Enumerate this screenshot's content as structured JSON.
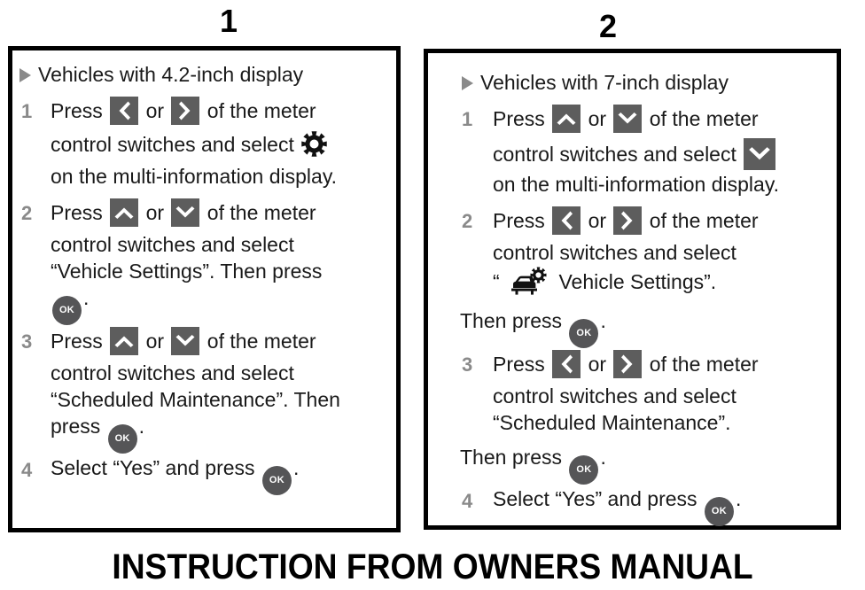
{
  "footer": {
    "text": "INSTRUCTION FROM OWNERS MANUAL"
  },
  "colors": {
    "key_box_fill": "#5d5d5d",
    "key_glyph": "#ffffff",
    "ok_button_fill": "#555557",
    "step_number": "#8a8a8a",
    "bullet_triangle": "#8a8a8a",
    "panel_border": "#000000",
    "text": "#1a1a1a",
    "background": "#ffffff"
  },
  "panels": [
    {
      "number": "1",
      "heading": "Vehicles with 4.2-inch display",
      "bullet_icon": "triangle-right-icon",
      "steps": [
        {
          "number": "1",
          "lines": [
            [
              {
                "t": "text",
                "v": "Press "
              },
              {
                "t": "icon",
                "v": "chevron-left-icon"
              },
              {
                "t": "text",
                "v": " or "
              },
              {
                "t": "icon",
                "v": "chevron-right-icon"
              },
              {
                "t": "text",
                "v": " of the meter"
              }
            ],
            [
              {
                "t": "text",
                "v": "control switches and select "
              },
              {
                "t": "icon",
                "v": "gear-icon"
              }
            ],
            [
              {
                "t": "text",
                "v": "on the multi-information display."
              }
            ]
          ]
        },
        {
          "number": "2",
          "lines": [
            [
              {
                "t": "text",
                "v": "Press "
              },
              {
                "t": "icon",
                "v": "chevron-up-icon"
              },
              {
                "t": "text",
                "v": " or "
              },
              {
                "t": "icon",
                "v": "chevron-down-icon"
              },
              {
                "t": "text",
                "v": " of the meter"
              }
            ],
            [
              {
                "t": "text",
                "v": "control switches and select"
              }
            ],
            [
              {
                "t": "text",
                "v": "“Vehicle Settings”. Then press"
              }
            ],
            [
              {
                "t": "icon",
                "v": "ok-button-icon"
              },
              {
                "t": "text",
                "v": "."
              }
            ]
          ]
        },
        {
          "number": "3",
          "lines": [
            [
              {
                "t": "text",
                "v": "Press "
              },
              {
                "t": "icon",
                "v": "chevron-up-icon"
              },
              {
                "t": "text",
                "v": " or "
              },
              {
                "t": "icon",
                "v": "chevron-down-icon"
              },
              {
                "t": "text",
                "v": " of the meter"
              }
            ],
            [
              {
                "t": "text",
                "v": "control switches and select"
              }
            ],
            [
              {
                "t": "text",
                "v": "“Scheduled Maintenance”. Then"
              }
            ],
            [
              {
                "t": "text",
                "v": "press "
              },
              {
                "t": "icon",
                "v": "ok-button-icon"
              },
              {
                "t": "text",
                "v": "."
              }
            ]
          ]
        },
        {
          "number": "4",
          "lines": [
            [
              {
                "t": "text",
                "v": "Select “Yes” and press "
              },
              {
                "t": "icon",
                "v": "ok-button-icon"
              },
              {
                "t": "text",
                "v": "."
              }
            ]
          ]
        }
      ]
    },
    {
      "number": "2",
      "heading": "Vehicles with 7-inch display",
      "bullet_icon": "triangle-right-icon",
      "steps": [
        {
          "number": "1",
          "lines": [
            [
              {
                "t": "text",
                "v": "Press "
              },
              {
                "t": "icon",
                "v": "chevron-up-icon"
              },
              {
                "t": "text",
                "v": " or "
              },
              {
                "t": "icon",
                "v": "chevron-down-icon"
              },
              {
                "t": "text",
                "v": " of the meter"
              }
            ],
            [
              {
                "t": "text",
                "v": "control switches and select "
              },
              {
                "t": "icon",
                "v": "chevron-down-icon-large"
              }
            ],
            [
              {
                "t": "text",
                "v": "on the multi-information display."
              }
            ]
          ]
        },
        {
          "number": "2",
          "lines": [
            [
              {
                "t": "text",
                "v": "Press "
              },
              {
                "t": "icon",
                "v": "chevron-left-icon"
              },
              {
                "t": "text",
                "v": " or "
              },
              {
                "t": "icon",
                "v": "chevron-right-icon"
              },
              {
                "t": "text",
                "v": " of the meter"
              }
            ],
            [
              {
                "t": "text",
                "v": "control switches and select"
              }
            ],
            [
              {
                "t": "text",
                "v": "“ "
              },
              {
                "t": "icon",
                "v": "car-settings-icon"
              },
              {
                "t": "text",
                "v": "  Vehicle Settings”."
              }
            ]
          ]
        },
        {
          "number": "",
          "lines": [
            [
              {
                "t": "text",
                "v": "Then press "
              },
              {
                "t": "icon",
                "v": "ok-button-icon"
              },
              {
                "t": "text",
                "v": "."
              }
            ]
          ]
        },
        {
          "number": "3",
          "lines": [
            [
              {
                "t": "text",
                "v": "Press "
              },
              {
                "t": "icon",
                "v": "chevron-left-icon"
              },
              {
                "t": "text",
                "v": " or "
              },
              {
                "t": "icon",
                "v": "chevron-right-icon"
              },
              {
                "t": "text",
                "v": " of the meter"
              }
            ],
            [
              {
                "t": "text",
                "v": "control switches and select"
              }
            ],
            [
              {
                "t": "text",
                "v": "“Scheduled Maintenance”."
              }
            ]
          ]
        },
        {
          "number": "",
          "lines": [
            [
              {
                "t": "text",
                "v": "Then press "
              },
              {
                "t": "icon",
                "v": "ok-button-icon"
              },
              {
                "t": "text",
                "v": "."
              }
            ]
          ]
        },
        {
          "number": "4",
          "lines": [
            [
              {
                "t": "text",
                "v": "Select “Yes” and press "
              },
              {
                "t": "icon",
                "v": "ok-button-icon"
              },
              {
                "t": "text",
                "v": "."
              }
            ]
          ]
        }
      ]
    }
  ]
}
